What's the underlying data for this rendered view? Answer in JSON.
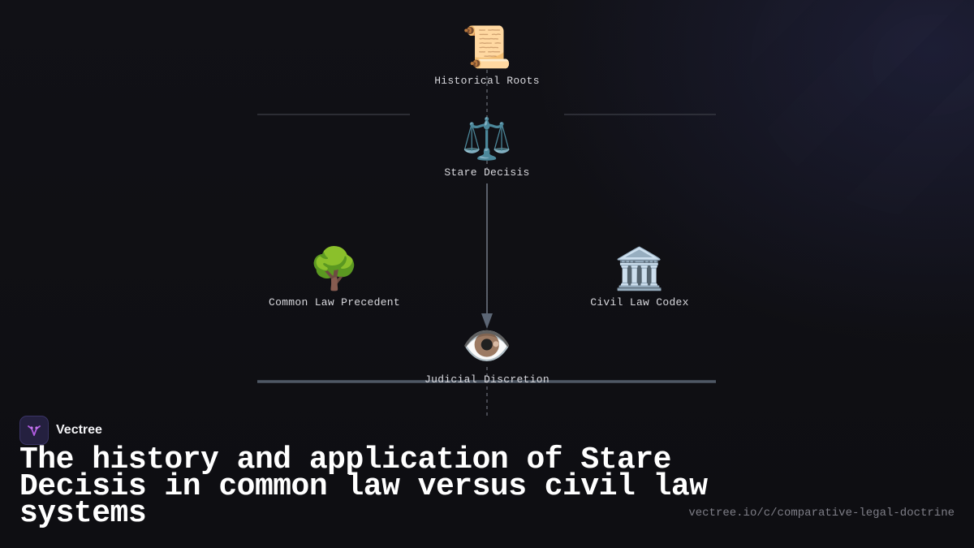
{
  "diagram": {
    "nodes": [
      {
        "id": "historical-roots",
        "label": "Historical Roots",
        "icon": "scroll-icon",
        "glyph": "📜"
      },
      {
        "id": "stare-decisis",
        "label": "Stare Decisis",
        "icon": "scales-icon",
        "glyph": "⚖️"
      },
      {
        "id": "common-law",
        "label": "Common Law Precedent",
        "icon": "tree-icon",
        "glyph": "🌳"
      },
      {
        "id": "civil-law",
        "label": "Civil Law Codex",
        "icon": "classical-building-icon",
        "glyph": "🏛️"
      },
      {
        "id": "judicial-discretion",
        "label": "Judicial Discretion",
        "icon": "eye-icon",
        "glyph": "👁️"
      }
    ],
    "edges": [
      {
        "from": "historical-roots",
        "to": "stare-decisis",
        "style": "dashed"
      },
      {
        "from": "stare-decisis",
        "to": "judicial-discretion",
        "style": "solid-arrow"
      }
    ]
  },
  "brand": {
    "name": "Vectree",
    "logo_icon": "vectree-logo-icon"
  },
  "headline": "The history and application of Stare Decisis in common law versus civil law systems",
  "url": "vectree.io/c/comparative-legal-doctrine",
  "colors": {
    "background": "#0f0f13",
    "line": "#5a6474",
    "text": "#e6e6ea",
    "muted": "#7d7d86",
    "logo_bg": "#24203f",
    "logo_accent": "#b05be0"
  }
}
